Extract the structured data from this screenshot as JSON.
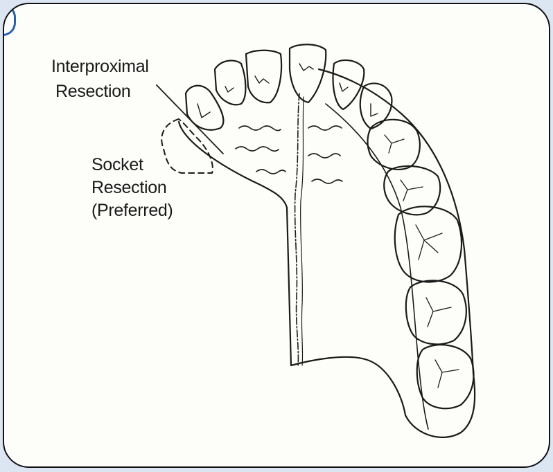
{
  "diagram": {
    "labels": {
      "interproximal_line1": "Interproximal",
      "interproximal_line2": "Resection",
      "socket_line1": "Socket",
      "socket_line2": "Resection",
      "socket_line3": "(Preferred)"
    },
    "colors": {
      "ink": "#1a1a1a",
      "paper": "#fdfdfa",
      "frame_accent": "#1f5fb8"
    }
  }
}
